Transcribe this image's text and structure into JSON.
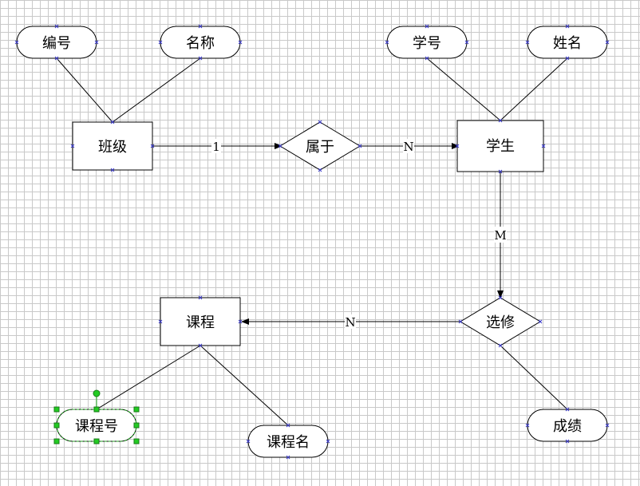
{
  "entities": [
    {
      "id": "class",
      "label": "班级"
    },
    {
      "id": "student",
      "label": "学生"
    },
    {
      "id": "course",
      "label": "课程"
    }
  ],
  "relationships": [
    {
      "id": "belongs",
      "label": "属于"
    },
    {
      "id": "select",
      "label": "选修"
    }
  ],
  "attributes": [
    {
      "id": "class-no",
      "label": "编号"
    },
    {
      "id": "class-name",
      "label": "名称"
    },
    {
      "id": "student-no",
      "label": "学号"
    },
    {
      "id": "student-name",
      "label": "姓名"
    },
    {
      "id": "course-no",
      "label": "课程号"
    },
    {
      "id": "course-name",
      "label": "课程名"
    },
    {
      "id": "score",
      "label": "成绩"
    }
  ],
  "cardinalities": [
    {
      "id": "class-belongs",
      "label": "1"
    },
    {
      "id": "belongs-student",
      "label": "N"
    },
    {
      "id": "student-select",
      "label": "M"
    },
    {
      "id": "select-course",
      "label": "N"
    }
  ],
  "colors": {
    "grid": "#c9c9c9",
    "selection": "#22cc22",
    "connection-point": "#3a3acc"
  }
}
